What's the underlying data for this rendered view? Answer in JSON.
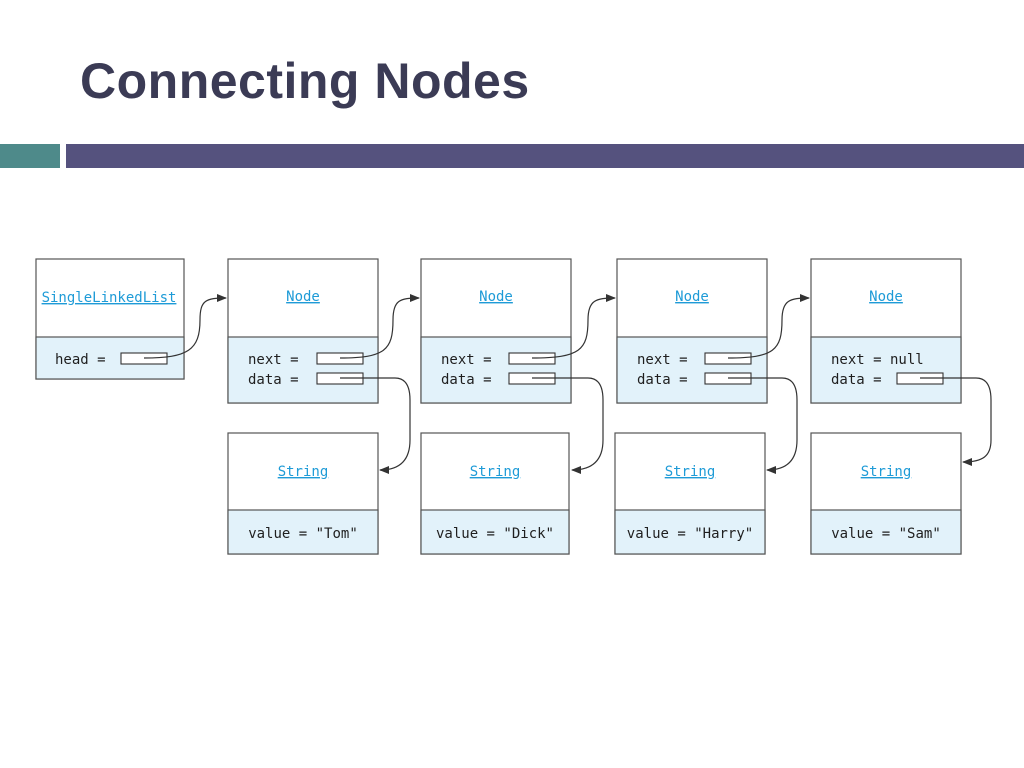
{
  "slide": {
    "title": "Connecting Nodes"
  },
  "list": {
    "class_name": "SingleLinkedList",
    "head_label": "head ="
  },
  "nodes": [
    {
      "class_name": "Node",
      "next_label": "next =",
      "data_label": "data ="
    },
    {
      "class_name": "Node",
      "next_label": "next =",
      "data_label": "data ="
    },
    {
      "class_name": "Node",
      "next_label": "next =",
      "data_label": "data ="
    },
    {
      "class_name": "Node",
      "next_label": "next = null",
      "data_label": "data ="
    }
  ],
  "strings": [
    {
      "class_name": "String",
      "value_label": "value = \"Tom\""
    },
    {
      "class_name": "String",
      "value_label": "value = \"Dick\""
    },
    {
      "class_name": "String",
      "value_label": "value = \"Harry\""
    },
    {
      "class_name": "String",
      "value_label": "value = \"Sam\""
    }
  ],
  "colors": {
    "title": "#3b3b55",
    "band_left": "#4e8a8a",
    "band_right": "#55527e",
    "class_name": "#1e9bd7",
    "field_area": "#e2f2fa"
  }
}
